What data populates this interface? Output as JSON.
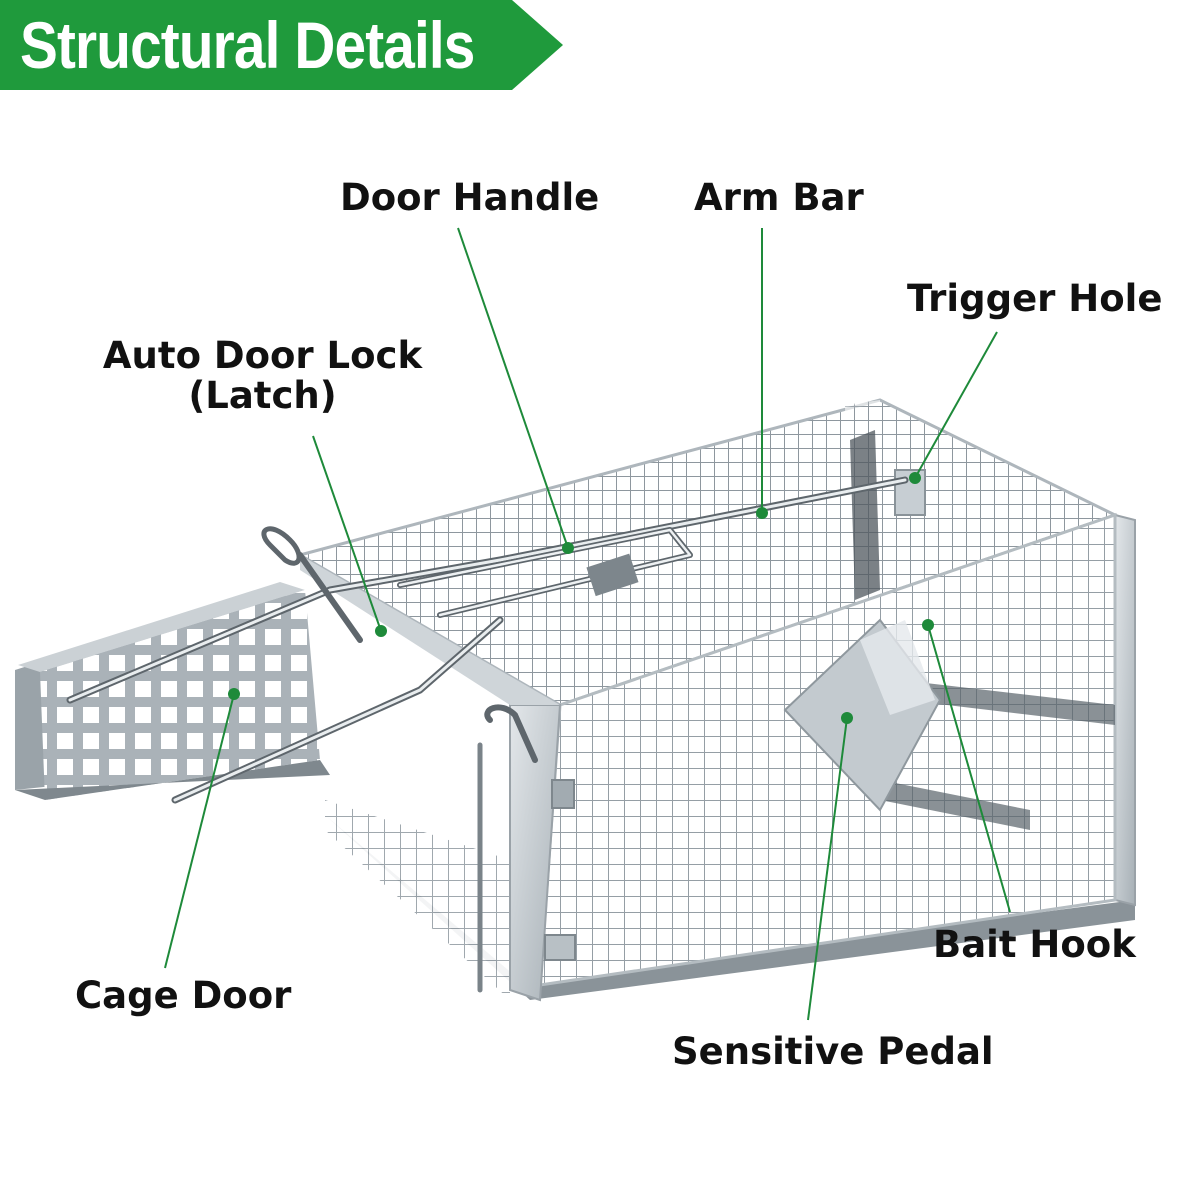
{
  "header": {
    "title": "Structural Details",
    "banner_color": "#1f9a3c"
  },
  "callouts": {
    "door_handle": "Door Handle",
    "arm_bar": "Arm Bar",
    "trigger_hole": "Trigger Hole",
    "auto_door_lock_line1": "Auto Door Lock",
    "auto_door_lock_line2": "(Latch)",
    "cage_door": "Cage Door",
    "bait_hook": "Bait Hook",
    "sensitive_pedal": "Sensitive Pedal"
  },
  "colors": {
    "leader_line": "#1e8a3a",
    "cage_metal": "#9ea7ae",
    "cage_frame": "#c9d0d5"
  }
}
